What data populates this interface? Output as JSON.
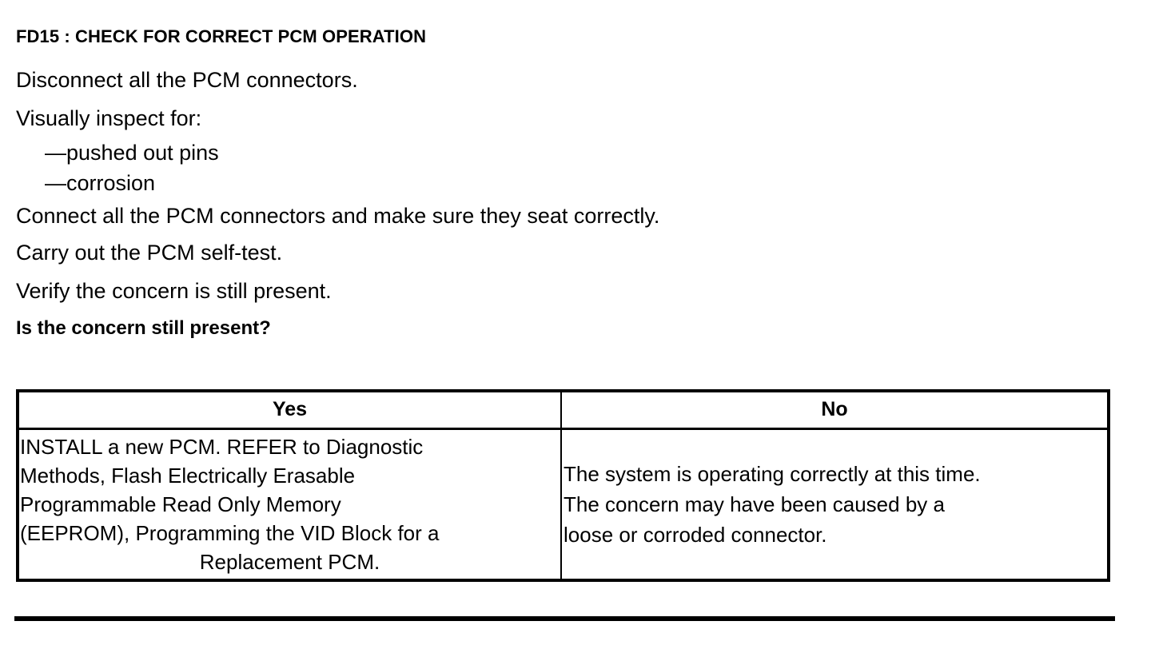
{
  "document": {
    "step_title": "FD15 : CHECK FOR CORRECT PCM OPERATION"
  },
  "instructions": [
    {
      "id": "disconnect",
      "text": "Disconnect all the PCM connectors.",
      "style": "normal"
    },
    {
      "id": "visually-inspect",
      "text": "Visually inspect for:",
      "style": "normal"
    },
    {
      "id": "pushed-out-pins",
      "text": "—pushed out pins",
      "style": "dash"
    },
    {
      "id": "corrosion",
      "text": "—corrosion",
      "style": "dash"
    },
    {
      "id": "connect",
      "text": "Connect all the PCM connectors and make sure they seat correctly.",
      "style": "normal"
    },
    {
      "id": "self-test",
      "text": "Carry out the PCM self-test.",
      "style": "normal"
    },
    {
      "id": "verify",
      "text": "Verify the concern is still present.",
      "style": "normal"
    },
    {
      "id": "question",
      "text": "Is the concern still present?",
      "style": "bold"
    }
  ],
  "decision_table": {
    "headers": {
      "yes": "Yes",
      "no": "No"
    },
    "cells": {
      "yes_line1": "INSTALL a new PCM. REFER to Diagnostic",
      "yes_line2": "Methods,  Flash Electrically Erasable",
      "yes_line3": "Programmable Read Only Memory",
      "yes_line4": "(EEPROM), Programming the VID Block for a",
      "yes_line5": "Replacement PCM.",
      "no_line1": "The system is operating correctly at this time.",
      "no_line2": "The concern may have been caused by a",
      "no_line3": "loose or corroded connector."
    }
  },
  "colors": {
    "ink": "#000000",
    "page": "#ffffff"
  }
}
